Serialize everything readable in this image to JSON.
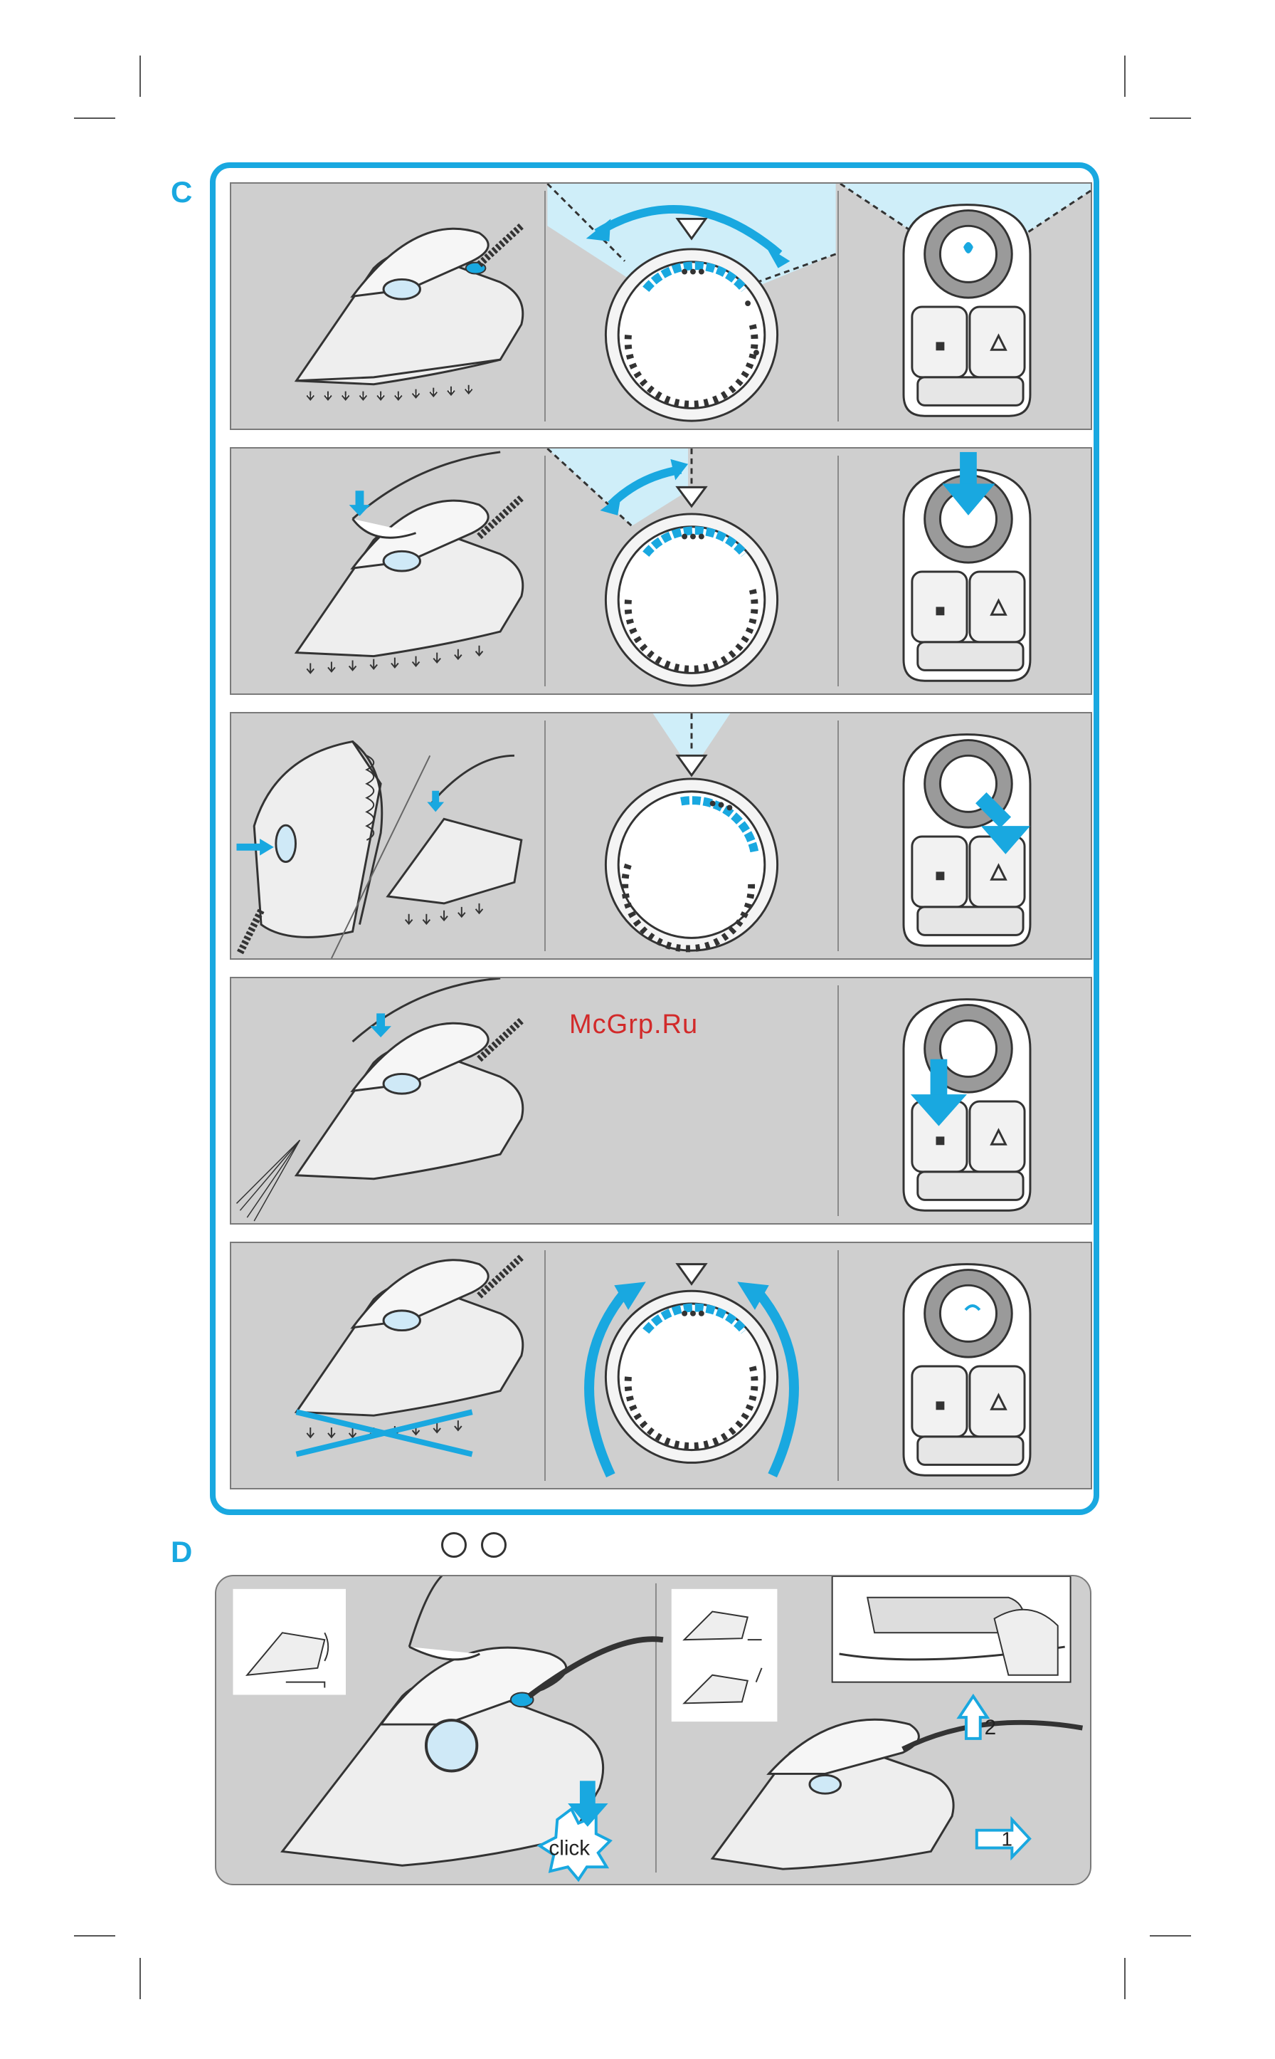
{
  "section_c": {
    "letter": "C"
  },
  "section_d": {
    "letter": "D",
    "click_label": "click",
    "step_1": "1",
    "step_2": "2"
  },
  "watermark": "McGrp.Ru",
  "colors": {
    "accent": "#19a8e0",
    "panel": "#cfcfcf",
    "watermark": "#d22a2a"
  }
}
